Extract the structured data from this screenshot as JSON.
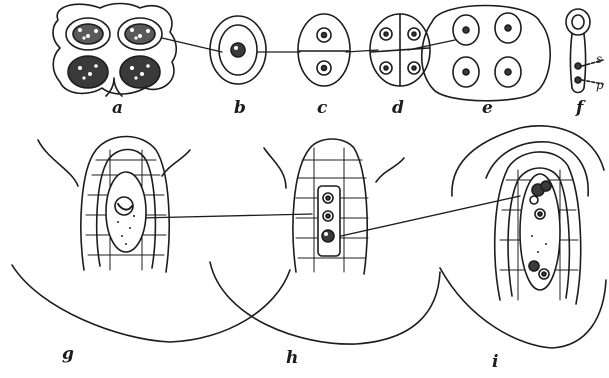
{
  "figure": {
    "stage_labels": {
      "a": "a",
      "b": "b",
      "c": "c",
      "d": "d",
      "e": "e",
      "f": "f",
      "g": "g",
      "h": "h",
      "i": "i"
    },
    "pollen_grain_labels": {
      "s": "s",
      "p": "p"
    }
  },
  "colors": {
    "ink": "#1c1c1c",
    "paper": "#ffffff",
    "dark_fill": "#3a3a3a"
  }
}
